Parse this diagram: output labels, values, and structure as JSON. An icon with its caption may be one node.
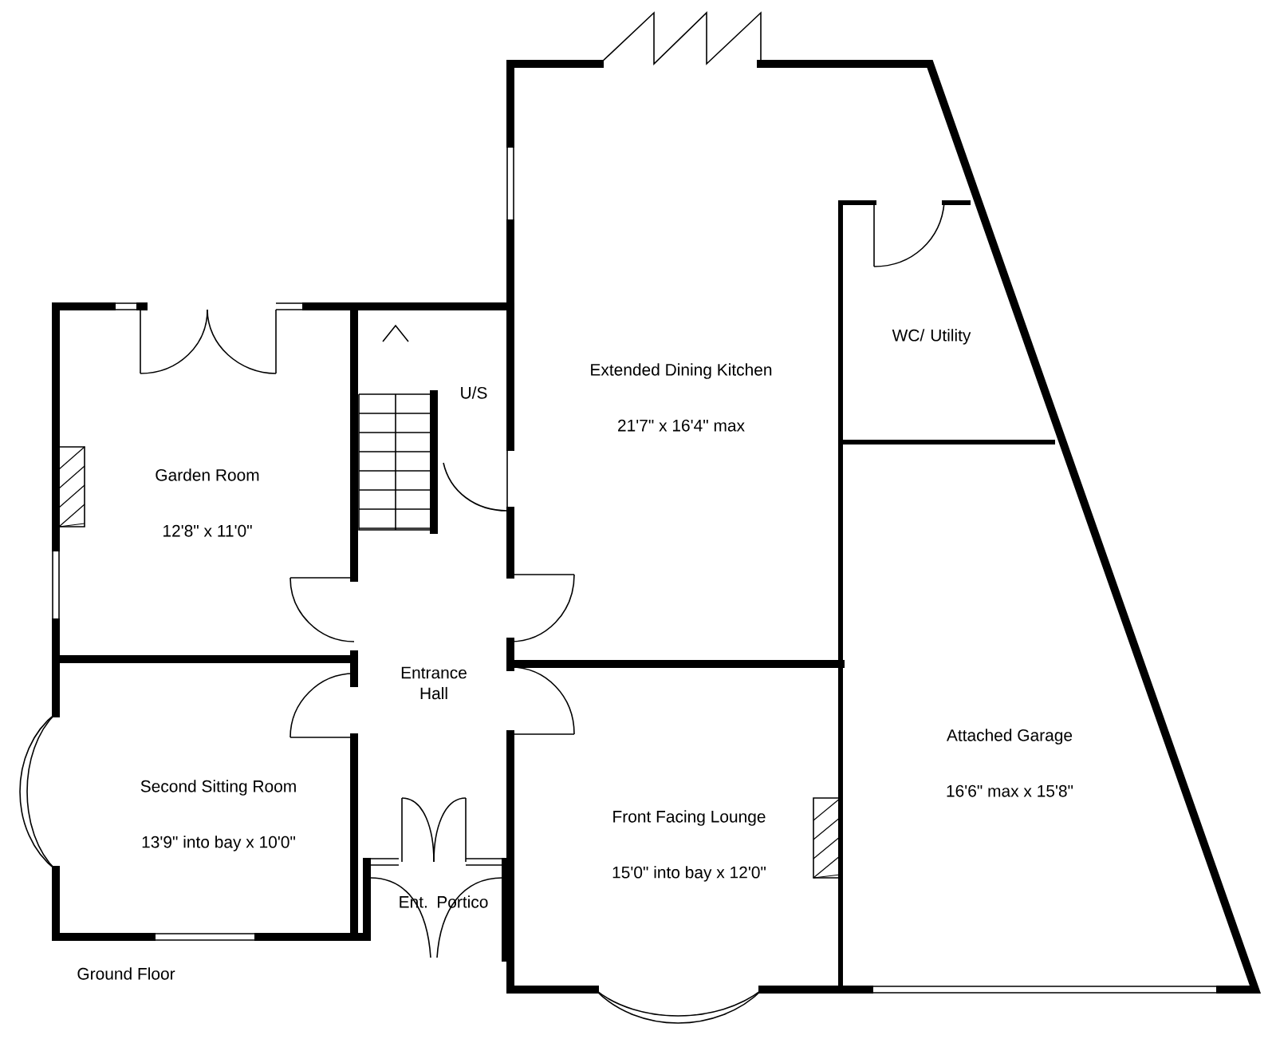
{
  "diagram": {
    "nodes": [
      {
        "text": [
          "Garden Room",
          "12'8\" x 11'0\""
        ]
      },
      {
        "text": [
          "Entrance Hall"
        ]
      },
      {
        "text": [
          "Second Sitting Room",
          "13'9\" into bay x 10'0\""
        ]
      },
      {
        "text": [
          "Ent. Portico"
        ]
      },
      {
        "text": [
          "Extended Dining Kitchen",
          "21'7\" x 16'4\" max"
        ]
      },
      {
        "text": [
          "WC/ Utility"
        ]
      },
      {
        "text": [
          "Front Facing Lounge",
          "15'0\" into bay x 12'0\""
        ]
      },
      {
        "text": [
          "Attached Garage",
          "16'6\" max x 15'8\""
        ]
      }
    ],
    "labels": [
      "U/S",
      "Ground Floor"
    ]
  }
}
